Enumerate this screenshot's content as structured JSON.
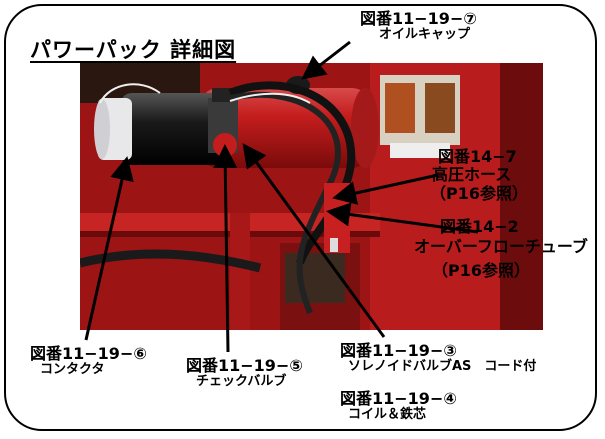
{
  "title": "パワーパック 詳細図",
  "labels": {
    "oil_cap": {
      "code": "図番11−19−⑦",
      "name": "オイルキャップ"
    },
    "high_pressure_hose": {
      "code": "図番14−7",
      "name": "高圧ホース",
      "ref": "（P16参照）"
    },
    "overflow_tube": {
      "code": "図番14−2",
      "name": "オーバーフローチューブ",
      "ref": "（P16参照）"
    },
    "contactor": {
      "code": "図番11−19−⑥",
      "name": "コンタクタ"
    },
    "check_valve": {
      "code": "図番11−19−⑤",
      "name": "チェックバルブ"
    },
    "solenoid_valve": {
      "code": "図番11−19−③",
      "name": "ソレノイドバルブAS　コード付"
    },
    "coil_core": {
      "code": "図番11−19−④",
      "name": "コイル＆鉄芯"
    }
  }
}
